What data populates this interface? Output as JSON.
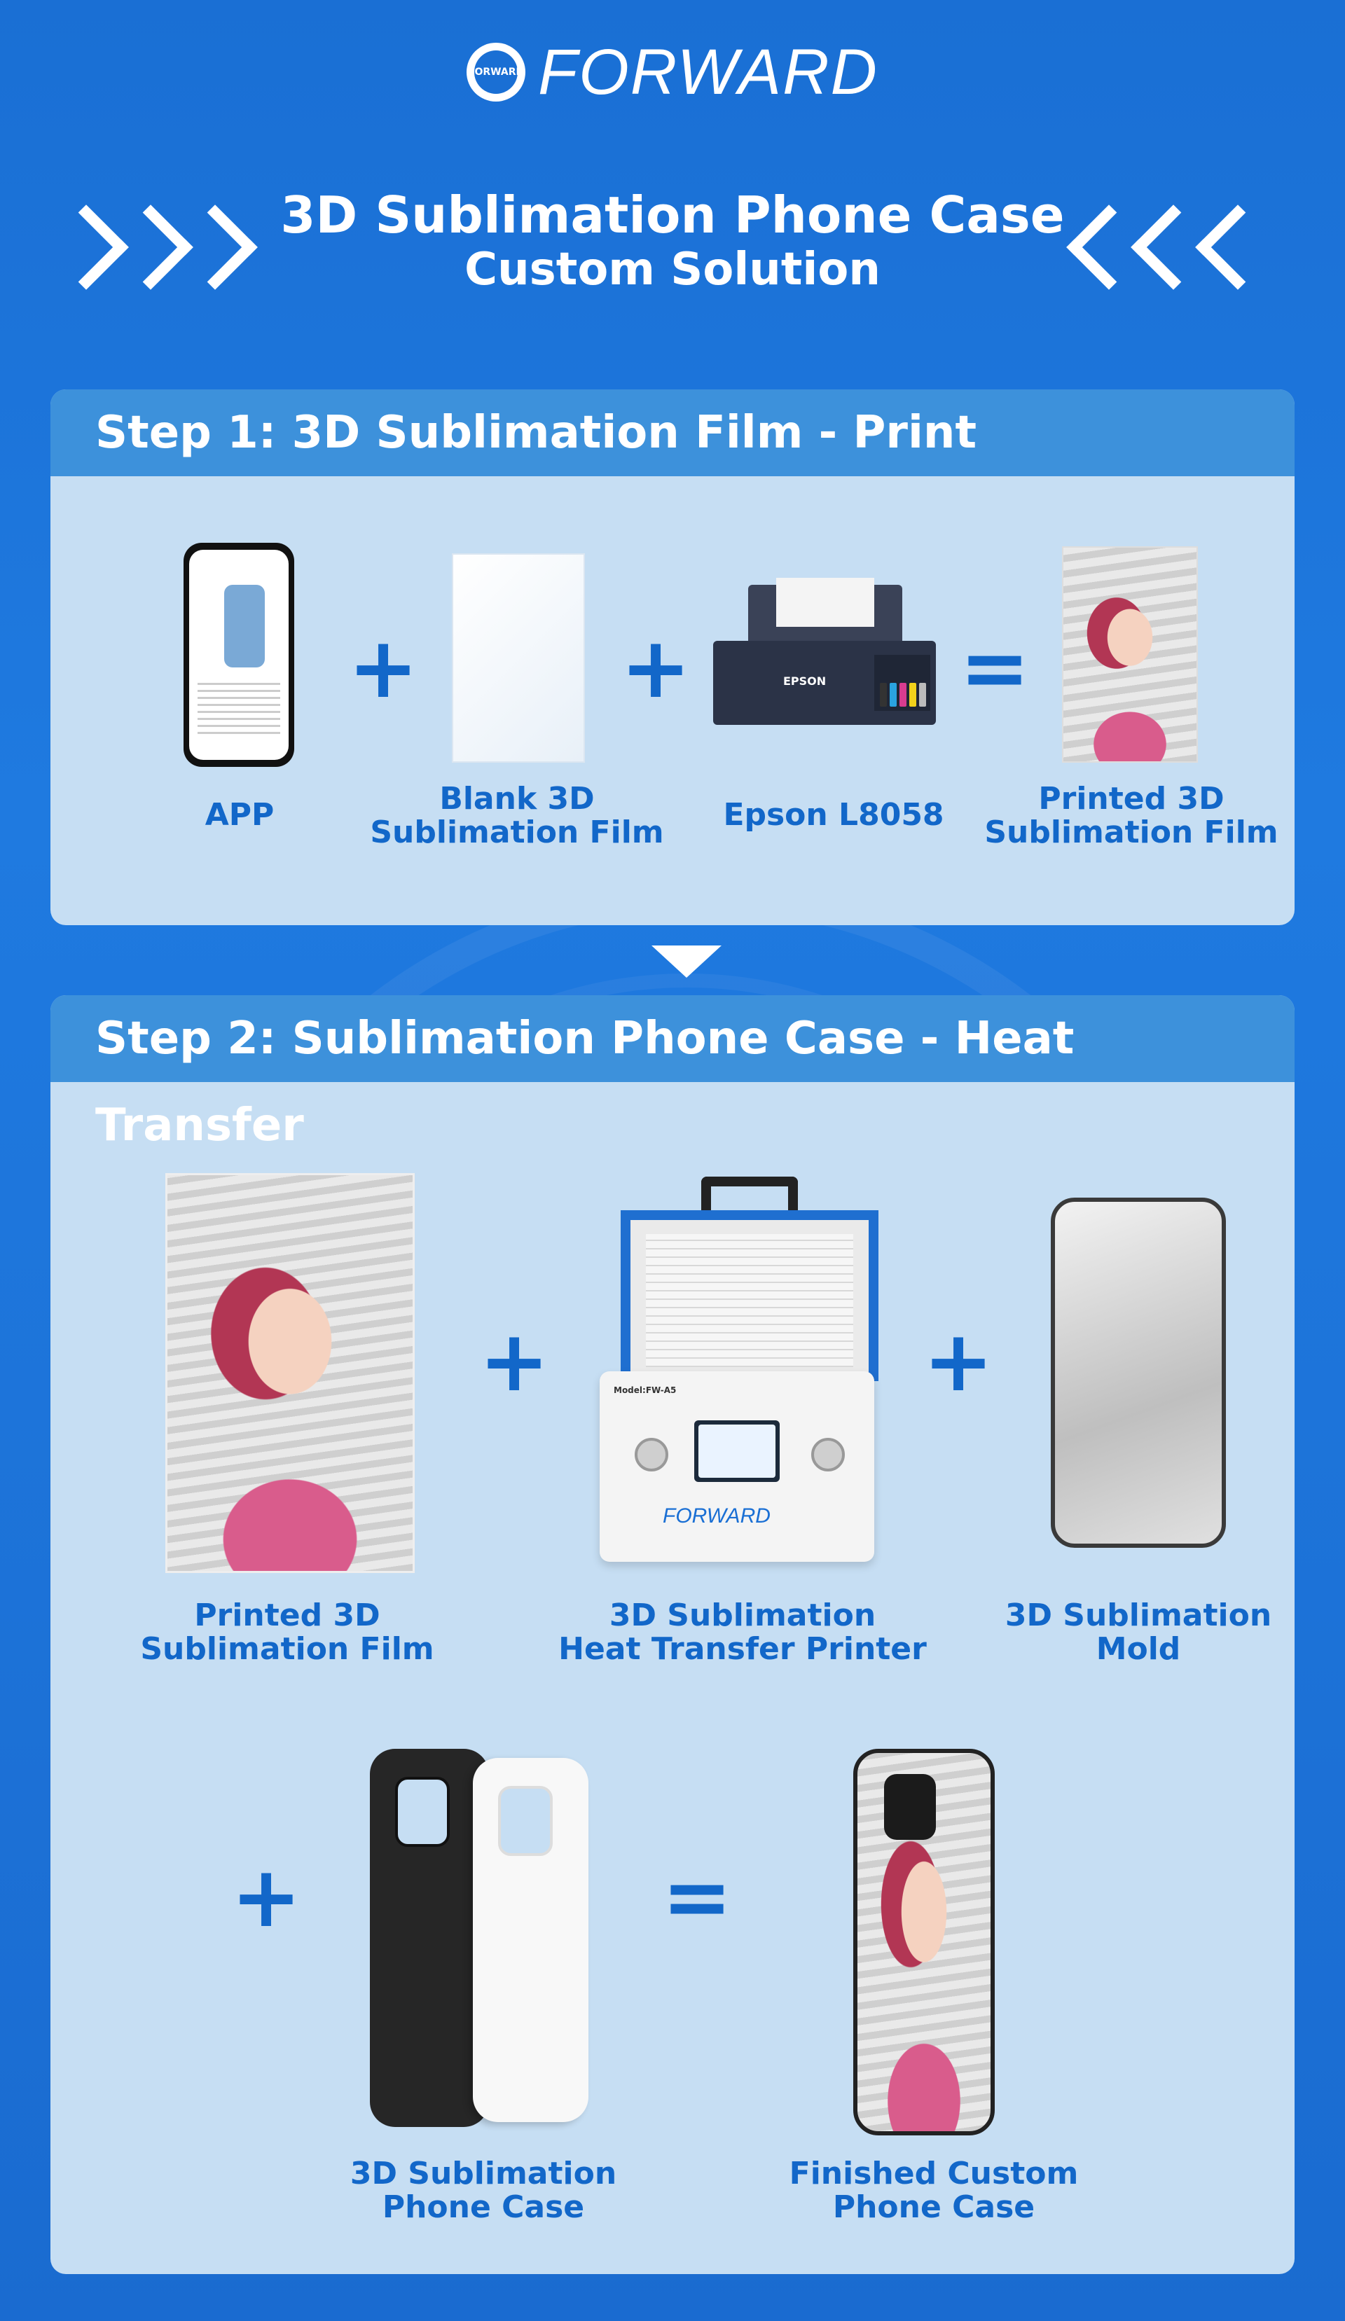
{
  "brand": {
    "name": "FORWARD",
    "emblem_text": "FORWARD"
  },
  "header": {
    "title_line1": "3D Sublimation Phone Case",
    "title_line2": "Custom Solution"
  },
  "step1": {
    "title": "Step 1: 3D Sublimation Film - Print",
    "items": [
      {
        "label_line1": "APP",
        "label_line2": "",
        "icon": "phone-app-icon"
      },
      {
        "label_line1": "Blank 3D",
        "label_line2": "Sublimation Film",
        "icon": "blank-film-icon"
      },
      {
        "label_line1": "Epson L8058",
        "label_line2": "",
        "icon": "printer-icon"
      },
      {
        "label_line1": "Printed 3D",
        "label_line2": "Sublimation Film",
        "icon": "printed-film-icon"
      }
    ],
    "operators": [
      "+",
      "+",
      "="
    ],
    "printer_brand": "EPSON"
  },
  "step2": {
    "title": "Step 2: Sublimation Phone Case - Heat Transfer",
    "items": [
      {
        "label_line1": "Printed 3D",
        "label_line2": "Sublimation Film"
      },
      {
        "label_line1": "3D Sublimation",
        "label_line2": "Heat Transfer Printer"
      },
      {
        "label_line1": "3D Sublimation",
        "label_line2": "Mold"
      },
      {
        "label_line1": "3D Sublimation",
        "label_line2": "Phone Case"
      },
      {
        "label_line1": "Finished Custom",
        "label_line2": "Phone Case"
      }
    ],
    "operators": [
      "+",
      "+",
      "+",
      "="
    ],
    "machine_brand": "FORWARD",
    "machine_model": "Model:FW-A5"
  },
  "colors": {
    "background": "#1a6fd4",
    "panel": "#c6def3",
    "panel_header": "#3d91db",
    "accent_text": "#1267c9"
  }
}
